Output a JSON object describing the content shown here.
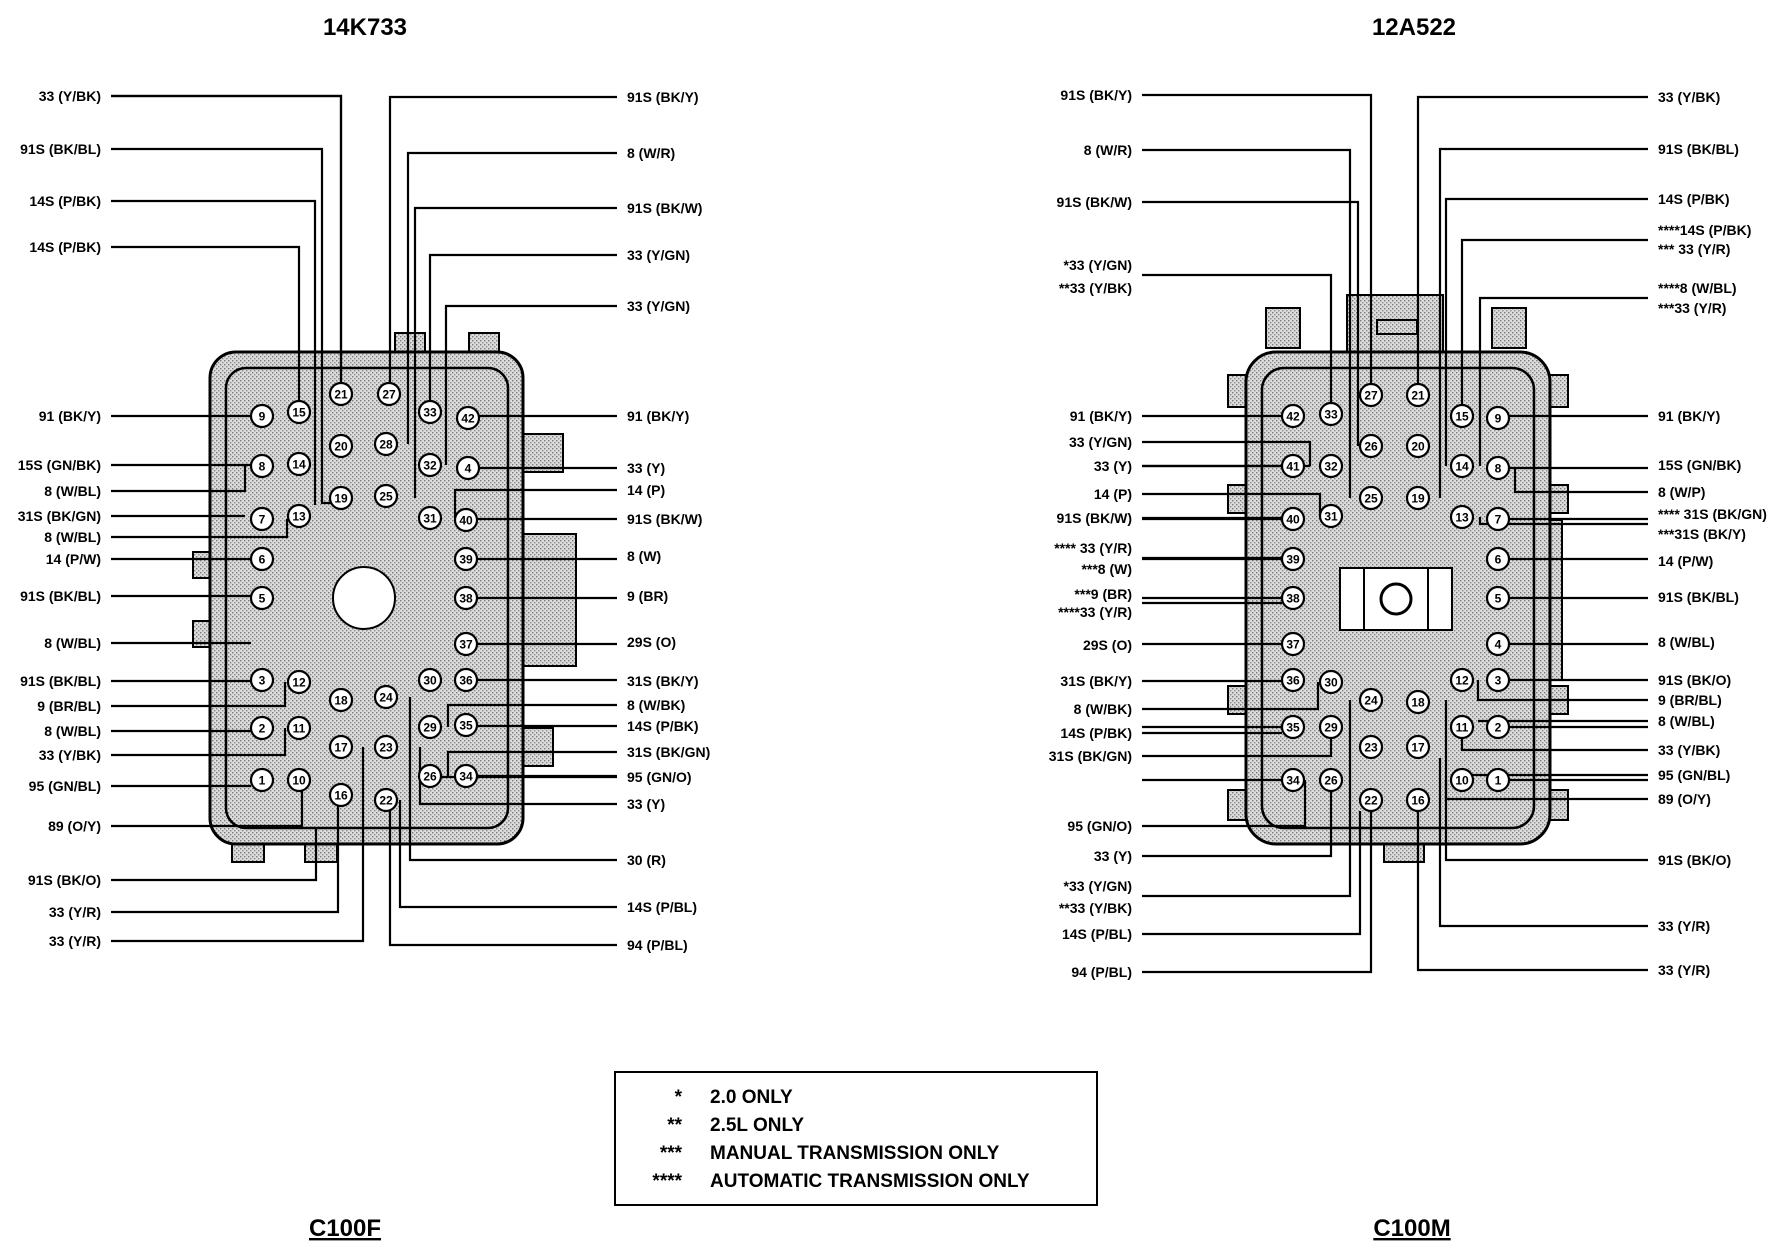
{
  "left": {
    "title": "14K733",
    "name": "C100F",
    "labels_left": [
      {
        "text": "33 (Y/BK)"
      },
      {
        "text": "91S (BK/BL)"
      },
      {
        "text": "14S (P/BK)"
      },
      {
        "text": "14S (P/BK)"
      },
      {
        "text": "91 (BK/Y)"
      },
      {
        "text": "15S (GN/BK)"
      },
      {
        "text": "8 (W/BL)"
      },
      {
        "text": "31S (BK/GN)"
      },
      {
        "text": "8 (W/BL)"
      },
      {
        "text": "14 (P/W)"
      },
      {
        "text": "91S (BK/BL)"
      },
      {
        "text": "8 (W/BL)"
      },
      {
        "text": "91S (BK/BL)"
      },
      {
        "text": "9 (BR/BL)"
      },
      {
        "text": "8 (W/BL)"
      },
      {
        "text": "33 (Y/BK)"
      },
      {
        "text": "95 (GN/BL)"
      },
      {
        "text": "89 (O/Y)"
      },
      {
        "text": "91S (BK/O)"
      },
      {
        "text": "33 (Y/R)"
      },
      {
        "text": "33 (Y/R)"
      }
    ],
    "labels_right": [
      {
        "text": "91S (BK/Y)"
      },
      {
        "text": "8 (W/R)"
      },
      {
        "text": "91S (BK/W)"
      },
      {
        "text": "33 (Y/GN)"
      },
      {
        "text": "33 (Y/GN)"
      },
      {
        "text": "91 (BK/Y)"
      },
      {
        "text": "33 (Y)"
      },
      {
        "text": "14 (P)"
      },
      {
        "text": "91S (BK/W)"
      },
      {
        "text": "8 (W)"
      },
      {
        "text": "9 (BR)"
      },
      {
        "text": "29S (O)"
      },
      {
        "text": "31S (BK/Y)"
      },
      {
        "text": "8 (W/BK)"
      },
      {
        "text": "14S (P/BK)"
      },
      {
        "text": "31S (BK/GN)"
      },
      {
        "text": "95 (GN/O)"
      },
      {
        "text": "33 (Y)"
      },
      {
        "text": "30 (R)"
      },
      {
        "text": "14S (P/BL)"
      },
      {
        "text": "94 (P/BL)"
      }
    ],
    "pins": [
      "9",
      "15",
      "21",
      "27",
      "33",
      "42",
      "20",
      "28",
      "8",
      "14",
      "32",
      "4",
      "19",
      "25",
      "31",
      "40",
      "7",
      "13",
      "6",
      "39",
      "5",
      "38",
      "37",
      "3",
      "12",
      "18",
      "24",
      "30",
      "36",
      "2",
      "11",
      "17",
      "23",
      "29",
      "35",
      "1",
      "10",
      "16",
      "22",
      "26",
      "34"
    ]
  },
  "right": {
    "title": "12A522",
    "name": "C100M",
    "labels_left": [
      {
        "text": "91S (BK/Y)"
      },
      {
        "text": "8 (W/R)"
      },
      {
        "text": "91S (BK/W)"
      },
      {
        "text": "*33 (Y/GN)"
      },
      {
        "text": "**33 (Y/BK)"
      },
      {
        "text": "91 (BK/Y)"
      },
      {
        "text": "33 (Y/GN)"
      },
      {
        "text": "33 (Y)"
      },
      {
        "text": "14 (P)"
      },
      {
        "text": "91S (BK/W)"
      },
      {
        "text": "**** 33 (Y/R)"
      },
      {
        "text": "***8 (W)"
      },
      {
        "text": "***9 (BR)"
      },
      {
        "text": "****33 (Y/R)"
      },
      {
        "text": "29S (O)"
      },
      {
        "text": "31S (BK/Y)"
      },
      {
        "text": "8 (W/BK)"
      },
      {
        "text": "14S (P/BK)"
      },
      {
        "text": "31S (BK/GN)"
      },
      {
        "text": "95 (GN/O)"
      },
      {
        "text": "33 (Y)"
      },
      {
        "text": "*33 (Y/GN)"
      },
      {
        "text": "**33 (Y/BK)"
      },
      {
        "text": "14S (P/BL)"
      },
      {
        "text": "94 (P/BL)"
      }
    ],
    "labels_right": [
      {
        "text": "33 (Y/BK)"
      },
      {
        "text": "91S (BK/BL)"
      },
      {
        "text": "14S (P/BK)"
      },
      {
        "text": "****14S (P/BK)"
      },
      {
        "text": "*** 33 (Y/R)"
      },
      {
        "text": "****8 (W/BL)"
      },
      {
        "text": "***33 (Y/R)"
      },
      {
        "text": "91 (BK/Y)"
      },
      {
        "text": "15S (GN/BK)"
      },
      {
        "text": "8 (W/P)"
      },
      {
        "text": "**** 31S (BK/GN)"
      },
      {
        "text": "***31S (BK/Y)"
      },
      {
        "text": "14 (P/W)"
      },
      {
        "text": "91S (BK/BL)"
      },
      {
        "text": "8 (W/BL)"
      },
      {
        "text": "91S (BK/O)"
      },
      {
        "text": "9 (BR/BL)"
      },
      {
        "text": "8 (W/BL)"
      },
      {
        "text": "33 (Y/BK)"
      },
      {
        "text": "95 (GN/BL)"
      },
      {
        "text": "89 (O/Y)"
      },
      {
        "text": "91S (BK/O)"
      },
      {
        "text": "33 (Y/R)"
      },
      {
        "text": "33 (Y/R)"
      }
    ],
    "pins": [
      "42",
      "33",
      "27",
      "21",
      "15",
      "9",
      "26",
      "20",
      "41",
      "32",
      "14",
      "8",
      "25",
      "19",
      "40",
      "31",
      "13",
      "7",
      "39",
      "6",
      "38",
      "5",
      "37",
      "4",
      "36",
      "30",
      "24",
      "18",
      "12",
      "3",
      "35",
      "29",
      "11",
      "2",
      "23",
      "17",
      "34",
      "26",
      "10",
      "1",
      "22",
      "16"
    ]
  },
  "legend": [
    {
      "mark": "*",
      "text": "2.0 ONLY"
    },
    {
      "mark": "**",
      "text": "2.5L ONLY"
    },
    {
      "mark": "***",
      "text": "MANUAL TRANSMISSION ONLY"
    },
    {
      "mark": "****",
      "text": "AUTOMATIC TRANSMISSION ONLY"
    }
  ]
}
